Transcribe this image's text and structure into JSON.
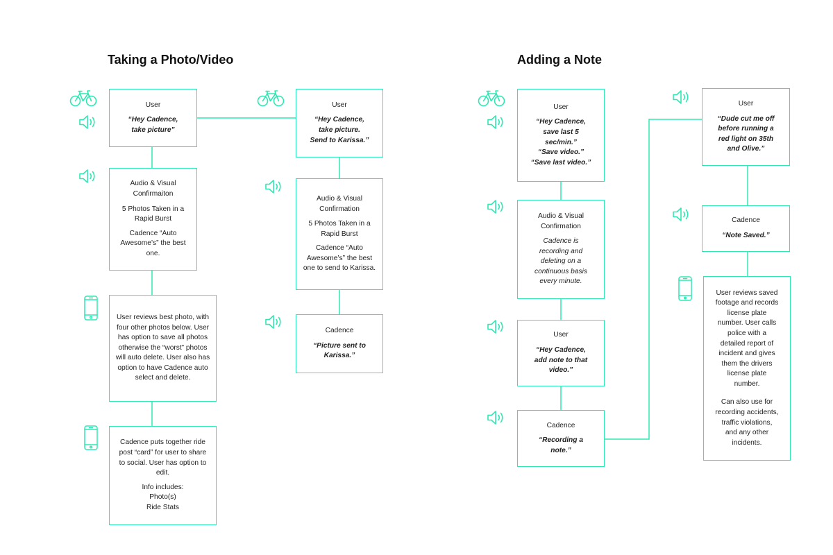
{
  "colors": {
    "accent": "#2ee8b4",
    "text": "#222222",
    "title": "#111111"
  },
  "sections": {
    "photo": {
      "title": "Taking a Photo/Video"
    },
    "note": {
      "title": "Adding a Note"
    }
  },
  "boxes": {
    "p1": {
      "role": "User",
      "lines": [
        "“Hey Cadence,",
        "take picture”"
      ]
    },
    "p2": {
      "role": "Audio & Visual Confirmaiton",
      "paras": [
        "5 Photos Taken in a Rapid Burst",
        "Cadence “Auto Awesome’s” the best one."
      ]
    },
    "p3": {
      "paras": [
        "User reviews best photo, with four other photos below. User has option to save all photos otherwise the “worst” photos will auto delete. User also has option to have Cadence auto select and delete."
      ]
    },
    "p4": {
      "paras": [
        "Cadence puts together ride post “card” for user to share to social. User has option to edit.",
        "Info includes:\nPhoto(s)\nRide Stats"
      ]
    },
    "q1": {
      "role": "User",
      "lines": [
        "“Hey Cadence,",
        "take picture.",
        "Send to Karissa.”"
      ]
    },
    "q2": {
      "role": "Audio & Visual Confirmation",
      "paras": [
        "5 Photos Taken in a Rapid Burst",
        "Cadence “Auto Awesome’s” the best one to send to Karissa."
      ]
    },
    "q3": {
      "role": "Cadence",
      "lines": [
        "“Picture sent to",
        "Karissa.”"
      ]
    },
    "n1": {
      "role": "User",
      "lines": [
        "“Hey Cadence,",
        "save last 5",
        "sec/min.”",
        "“Save video.”",
        "“Save last video.”"
      ]
    },
    "n2": {
      "role": "Audio & Visual Confirmation",
      "italic_lines": [
        "Cadence is",
        "recording and",
        "deleting on a",
        "continuous basis",
        "every minute."
      ]
    },
    "n3": {
      "role": "User",
      "lines": [
        "“Hey Cadence,",
        "add note to that",
        "video.”"
      ]
    },
    "n4": {
      "role": "Cadence",
      "lines": [
        "“Recording a",
        "note.”"
      ]
    },
    "m1": {
      "role": "User",
      "lines": [
        "“Dude cut me off",
        "before running a",
        "red light on 35th",
        "and Olive.”"
      ]
    },
    "m2": {
      "role": "Cadence",
      "lines": [
        "“Note Saved.”"
      ]
    },
    "m3": {
      "paras": [
        "User reviews saved footage and records license plate number. User calls police with a detailed report of incident and gives them the drivers license plate number.",
        "Can also use for recording accidents, traffic violations, and any other incidents."
      ]
    }
  },
  "icons": [
    "bicycle-icon",
    "speaker-icon",
    "phone-icon"
  ]
}
